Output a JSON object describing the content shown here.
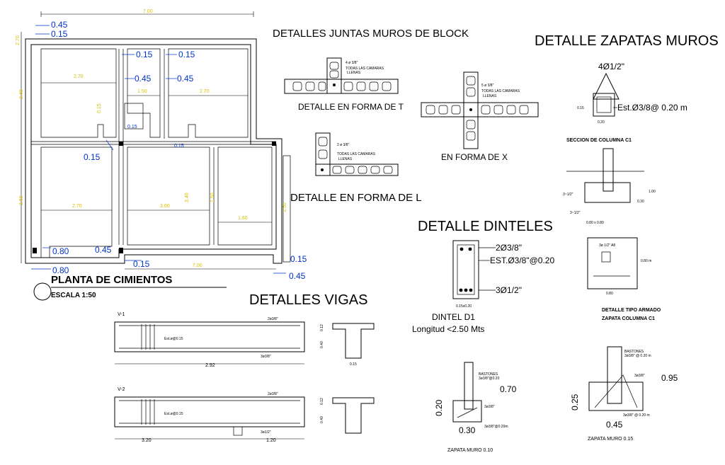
{
  "colors": {
    "ink": "#000000",
    "dim_text": "#0033cc",
    "room_dims": "#d8c000",
    "paper": "#ffffff"
  },
  "plan": {
    "title": "PLANTA DE CIMIENTOS",
    "scale": "ESCALA 1:50",
    "overall_width": "7.00",
    "dims_blue": [
      "0.45",
      "0.15",
      "0.15",
      "0.15",
      "0.45",
      "0.45",
      "0.15",
      "0.15",
      "0.15",
      "0.15",
      "0.80",
      "0.80",
      "0.45",
      "0.15",
      "0.45"
    ],
    "room_dims": [
      "2.70",
      "1.50",
      "2.70",
      "2.70",
      "1.50",
      "1.60",
      "3.40",
      "3.60",
      "0.15"
    ]
  },
  "joints": {
    "title": "DETALLES  JUNTAS MUROS DE BLOCK",
    "t_label": "DETALLE EN FORMA DE T",
    "x_label": "EN FORMA DE X",
    "l_label": "DETALLE  EN FORMA DE L",
    "t_note": "4 ø 3/8\"",
    "x_note": "5 ø 3/8\"",
    "l_note": "2 ø 3/8\"",
    "cells_note": "TODAS LAS CAMARAS",
    "cells_note2": "LLENAS"
  },
  "wall_footings": {
    "title": "DETALLE ZAPATAS MUROS",
    "rebar": "4Ø1/2\"",
    "stirrups": "Est.Ø3/8@ 0.20 m",
    "sec_left": "0.15",
    "sec_bottom": "0.20",
    "column_section": "SECCION DE COLUMNA C1",
    "d_100": "1.00",
    "d_030": "0.30",
    "d_080x080": "0.80 x 0.80",
    "d_080m": "0.80  m",
    "d_080": "0.80",
    "bar_a": "3~1/2\"",
    "bar_b": "3~1/2\"",
    "mesh": "3ø 1/2\" A8",
    "typ_title": "DETALLE TIPO ARMADO",
    "typ_title2": "ZAPATA COLUMNA C1"
  },
  "lintels": {
    "title": "DETALLE DINTELES",
    "top_bars": "2Ø3/8\"",
    "stirrups": "EST.Ø3/8\"@0.20",
    "bottom_bars": "3Ø1/2\"",
    "dim": "0.15x0.20",
    "name": "DINTEL D1",
    "length": "Longitud <2.50 Mts"
  },
  "beams": {
    "title": "DETALLES  VIGAS",
    "v1": "V-1",
    "v2": "V-2",
    "v1_top": "2ø3/8\"",
    "v1_bot": "3ø3/8\"",
    "v1_stir": "Est.ø@0.15",
    "v1_span": "2.92",
    "v2_top": "2ø3/8\"",
    "v2_bot": "3ø1/2\"",
    "v2_stir": "Est.ø@0.15",
    "v2_span_a": "3.20",
    "v2_span_b": "1.20",
    "sec_h1": "0.12",
    "sec_h2": "0.40",
    "sec_w": "0.15"
  },
  "strip_footing_a": {
    "label": "ZAPATA MURO 0.10",
    "d_070": "0.70",
    "d_020": "0.20",
    "d_030": "0.30",
    "rebar_note": "BASTONES",
    "rebar_note2": "3ø3/8\"@0.20",
    "bar": "3ø3/8\"",
    "bar_b": "3ø3/8\"@0.20m"
  },
  "strip_footing_b": {
    "label": "ZAPATA MURO 0.15",
    "d_095": "0.95",
    "d_025": "0.25",
    "d_045": "0.45",
    "rebar_note": "BASTONES",
    "rebar_note2": "3ø3/8\" @ 0.20 m",
    "bar": "3ø3/8\"",
    "bar_b": "3ø3/8\" @ 0.20 m"
  }
}
